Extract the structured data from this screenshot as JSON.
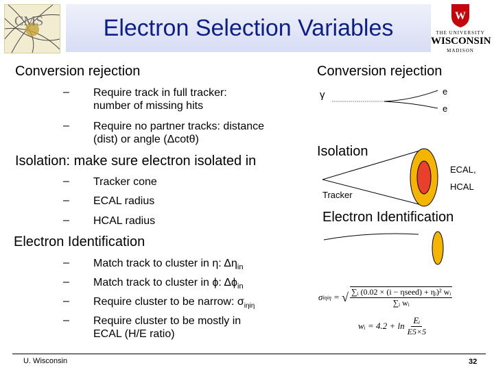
{
  "header": {
    "title": "Electron Selection Variables",
    "uw_line1": "THE UNIVERSITY",
    "uw_line2": "WISCONSIN",
    "uw_line3": "MADISON",
    "uw_crest": "W",
    "colors": {
      "title": "#0b1f8a",
      "uw_red": "#c5050c"
    }
  },
  "left": {
    "conversion_heading": "Conversion rejection",
    "conversion_items": [
      {
        "line1": "Require track in full tracker:",
        "line2": "number of missing hits"
      },
      {
        "line1": "Require no partner tracks: distance",
        "line2": "(dist) or angle (Δcotθ)"
      }
    ],
    "isolation_heading": "Isolation: make sure electron isolated in",
    "isolation_items": [
      "Tracker cone",
      "ECAL radius",
      "HCAL radius"
    ],
    "id_heading": "Electron Identification",
    "id_items": [
      {
        "text": "Match track to cluster in η: Δη",
        "sub": "in"
      },
      {
        "text": "Match track to cluster in ϕ: Δϕ",
        "sub": "in"
      },
      {
        "text": "Require cluster to be narrow: σ",
        "sub": "iηiη"
      },
      {
        "line1": "Require cluster to be mostly in",
        "line2": "ECAL (H/E ratio)"
      }
    ],
    "dash": "–"
  },
  "right": {
    "conversion_heading": "Conversion rejection",
    "gamma": "γ",
    "e_upper": "e",
    "e_lower": "e",
    "isolation_heading": "Isolation",
    "ecal_label": "ECAL,",
    "hcal_label": "HCAL",
    "tracker_label": "Tracker",
    "id_heading": "Electron Identification"
  },
  "formulas": {
    "sigma_lhs": "σ",
    "sigma_sub": "iηiη",
    "sigma_eq": "=",
    "sigma_num": "∑ᵢ (0.02 × (i − ηseed) + ηᵢ)² wᵢ",
    "sigma_den": "∑ᵢ wᵢ",
    "weight_lhs": "wᵢ = 4.2 + ln",
    "weight_num": "Eᵢ",
    "weight_den": "E5×5"
  },
  "footer": {
    "affiliation": "U. Wisconsin",
    "page": "32"
  }
}
